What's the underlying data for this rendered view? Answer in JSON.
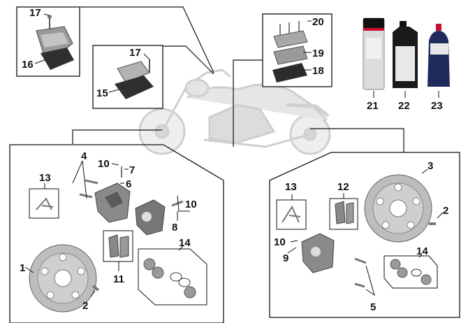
{
  "diagram": {
    "colors": {
      "line": "#111111",
      "box": "#111111",
      "part_dark": "#3a3a3a",
      "part_mid": "#8a8a8a",
      "part_light": "#c9c9c9",
      "ghost_bike": "#d6d6d6",
      "bottle_red": "#c8102e",
      "fluid_blue": "#1f2a5c"
    },
    "labels": {
      "l1": "1",
      "l2a": "2",
      "l2b": "2",
      "l3": "3",
      "l4": "4",
      "l5": "5",
      "l6": "6",
      "l7": "7",
      "l8": "8",
      "l9": "9",
      "l10a": "10",
      "l10b": "10",
      "l10c": "10",
      "l11": "11",
      "l12": "12",
      "l13a": "13",
      "l13b": "13",
      "l14a": "14",
      "l14b": "14",
      "l15": "15",
      "l16": "16",
      "l17a": "17",
      "l17b": "17",
      "l18": "18",
      "l19": "19",
      "l20": "20",
      "l21": "21",
      "l22": "22",
      "l23": "23"
    }
  }
}
